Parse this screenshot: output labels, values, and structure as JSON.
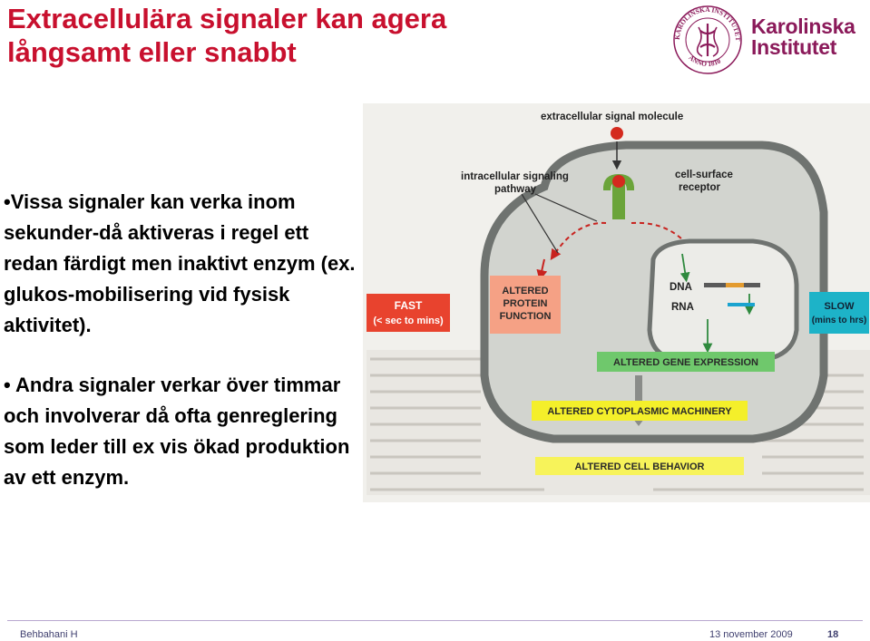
{
  "slide": {
    "title_line1": "Extracellulära signaler kan agera",
    "title_line2": "långsamt eller snabbt",
    "bullet1": "•Vissa signaler kan verka inom sekunder-då aktiveras i regel ett redan färdigt men inaktivt enzym (ex. glukos-mobilisering vid fysisk aktivitet).",
    "bullet2": "• Andra signaler verkar över timmar och involverar då ofta genreglering som leder till ex vis ökad produktion av ett enzym."
  },
  "logo": {
    "name_line1": "Karolinska",
    "name_line2": "Institutet",
    "seal_text": "KAROLINSKA INSTITUTET",
    "seal_year": "ANNO 1810"
  },
  "figure": {
    "extracellular_signal_molecule": "extracellular signal molecule",
    "intracellular_line1": "intracellular signaling",
    "intracellular_line2": "pathway",
    "receptor_line1": "cell-surface",
    "receptor_line2": "receptor",
    "dna": "DNA",
    "rna": "RNA",
    "fast_line1": "FAST",
    "fast_line2": "(< sec to mins)",
    "slow_line1": "SLOW",
    "slow_line2": "(mins to hrs)",
    "altered_protein_line1": "ALTERED",
    "altered_protein_line2": "PROTEIN",
    "altered_protein_line3": "FUNCTION",
    "altered_gene": "ALTERED GENE EXPRESSION",
    "altered_cyto": "ALTERED CYTOPLASMIC MACHINERY",
    "altered_behavior": "ALTERED CELL BEHAVIOR",
    "colors": {
      "fast_box": "#e8432e",
      "protein_box": "#f5a185",
      "slow_box": "#1db3c8",
      "gene_bar": "#6fc86c",
      "cyto_bar": "#f4ef2a",
      "behavior_bar": "#f7f35a",
      "cell_fill": "#d2d4cf",
      "nucleus_fill": "#ecece8"
    }
  },
  "footer": {
    "author": "Behbahani H",
    "date": "13 november 2009",
    "page": "18"
  }
}
